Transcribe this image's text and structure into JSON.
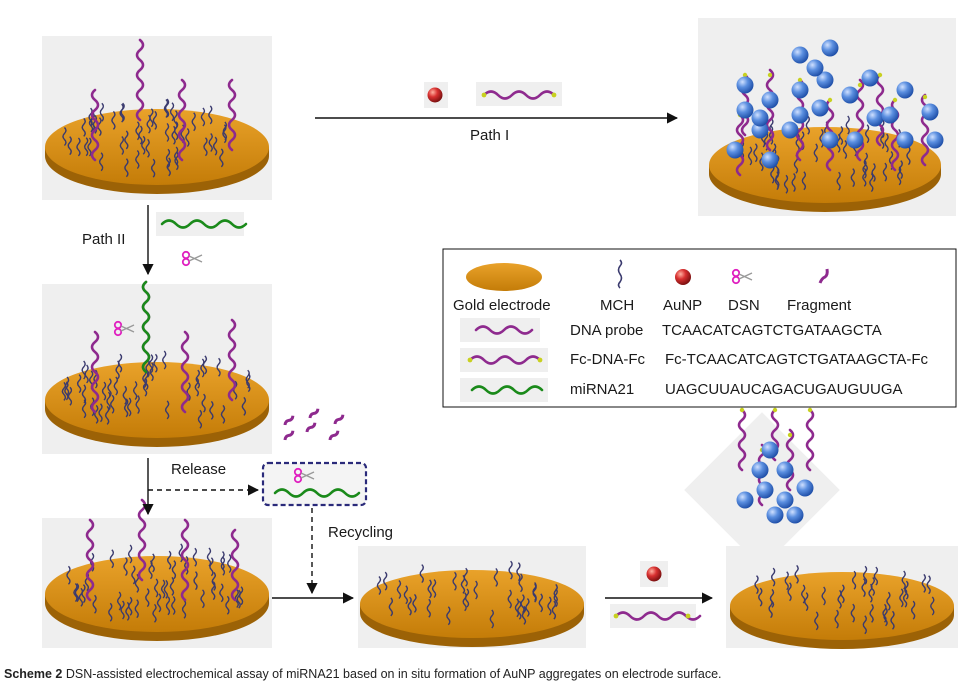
{
  "labels": {
    "path1": "Path I",
    "path2": "Path II",
    "release": "Release",
    "recycling": "Recycling"
  },
  "legend": {
    "row1": [
      {
        "name": "Gold electrode"
      },
      {
        "name": "MCH"
      },
      {
        "name": "AuNP"
      },
      {
        "name": "DSN"
      },
      {
        "name": "Fragment"
      }
    ],
    "sequences": [
      {
        "name": "DNA probe",
        "sequence": "TCAACATCAGTCTGATAAGCTA"
      },
      {
        "name": "Fc-DNA-Fc",
        "sequence": "Fc-TCAACATCAGTCTGATAAGCTA-Fc"
      },
      {
        "name": "miRNA21",
        "sequence": "UAGCUUAUCAGACUGAUGUUGA"
      }
    ]
  },
  "caption": {
    "label": "Scheme 2",
    "text": "DSN-assisted electrochemical assay of miRNA21 based on in situ formation of AuNP aggregates on electrode surface."
  },
  "colors": {
    "gold": "#d98c0c",
    "gold_dark": "#9c6206",
    "probe": "#8e2a8e",
    "mirna": "#1a8a1a",
    "mch": "#3a3a6e",
    "aunp": "#d83030",
    "sphere": "#5b8fe0",
    "dsn": "#e020c0",
    "panel": "#efefef",
    "arrow": "#111111",
    "dashbox": "#2a2a7a"
  }
}
